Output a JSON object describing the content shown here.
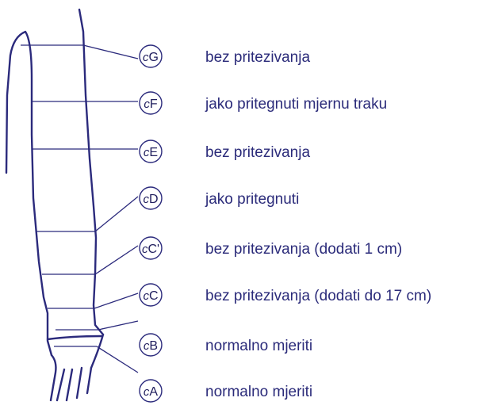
{
  "diagram": {
    "measurements": [
      {
        "code": "G",
        "text": "bez pritezivanja"
      },
      {
        "code": "F",
        "text": "jako pritegnuti mjernu traku"
      },
      {
        "code": "E",
        "text": "bez pritezivanja"
      },
      {
        "code": "D",
        "text": "jako pritegnuti"
      },
      {
        "code": "C'",
        "text": "bez pritezivanja (dodati 1 cm)"
      },
      {
        "code": "C",
        "text": "bez pritezivanja (dodati do 17 cm)"
      },
      {
        "code": "B",
        "text": "normalno mjeriti"
      },
      {
        "code": "A",
        "text": "normalno mjeriti"
      }
    ],
    "prefix": "c",
    "colors": {
      "outline": "#2b2a7c",
      "text": "#2b2b7a"
    }
  }
}
